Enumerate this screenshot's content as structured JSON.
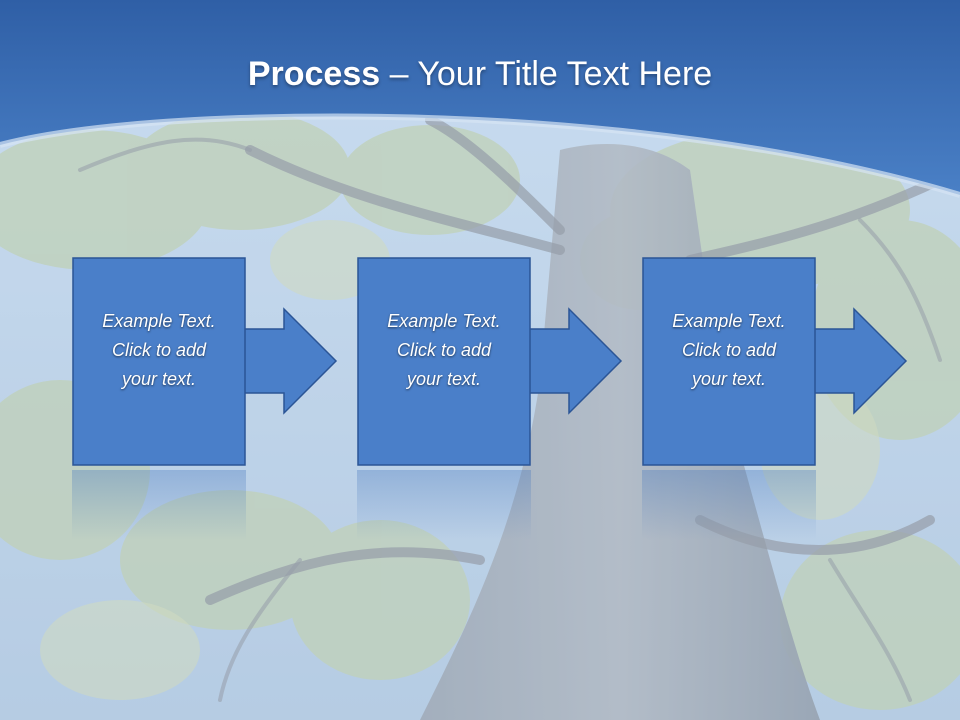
{
  "slide": {
    "title_bold": "Process",
    "title_rest": " – Your Title Text Here",
    "steps": [
      {
        "line1": "Example Text.",
        "line2": "Click  to add",
        "line3": "your text."
      },
      {
        "line1": "Example Text.",
        "line2": "Click  to add",
        "line3": "your text."
      },
      {
        "line1": "Example Text.",
        "line2": "Click  to add",
        "line3": "your text."
      }
    ]
  },
  "colors": {
    "header_blue": "#3f72b8",
    "box_fill": "#4a7fc9",
    "box_border": "#2b5596",
    "arrow_fill": "#4a7fc9"
  }
}
